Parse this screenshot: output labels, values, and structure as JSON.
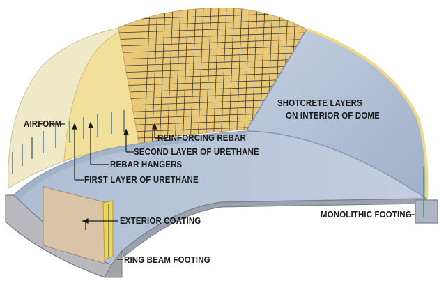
{
  "labels": {
    "airform": "AIRFORM",
    "reinforcing_rebar": "REINFORCING REBAR",
    "second_layer_urethane": "SECOND LAYER OF URETHANE",
    "rebar_hangers": "REBAR HANGERS",
    "first_layer_urethane": "FIRST LAYER OF URETHANE",
    "shotcrete_line1": "SHOTCRETE LAYERS",
    "shotcrete_line2": "ON INTERIOR OF DOME",
    "exterior_coating": "EXTERIOR COATING",
    "monolithic_footing": "MONOLITHIC FOOTING",
    "ring_beam_footing": "RING BEAM FOOTING"
  },
  "colors": {
    "airform": "#efe9c8",
    "urethane_first": "#f1e09a",
    "urethane_second": "#e9c877",
    "rebar_grid": "#3a3a3a",
    "shotcrete": "#aab8cd",
    "floor": "#b9c6d8",
    "footing": "#b8b8be",
    "exterior_coating": "#d9c4a8",
    "urethane_strip": "#f2d35a",
    "label_text": "#1a1a1a"
  }
}
